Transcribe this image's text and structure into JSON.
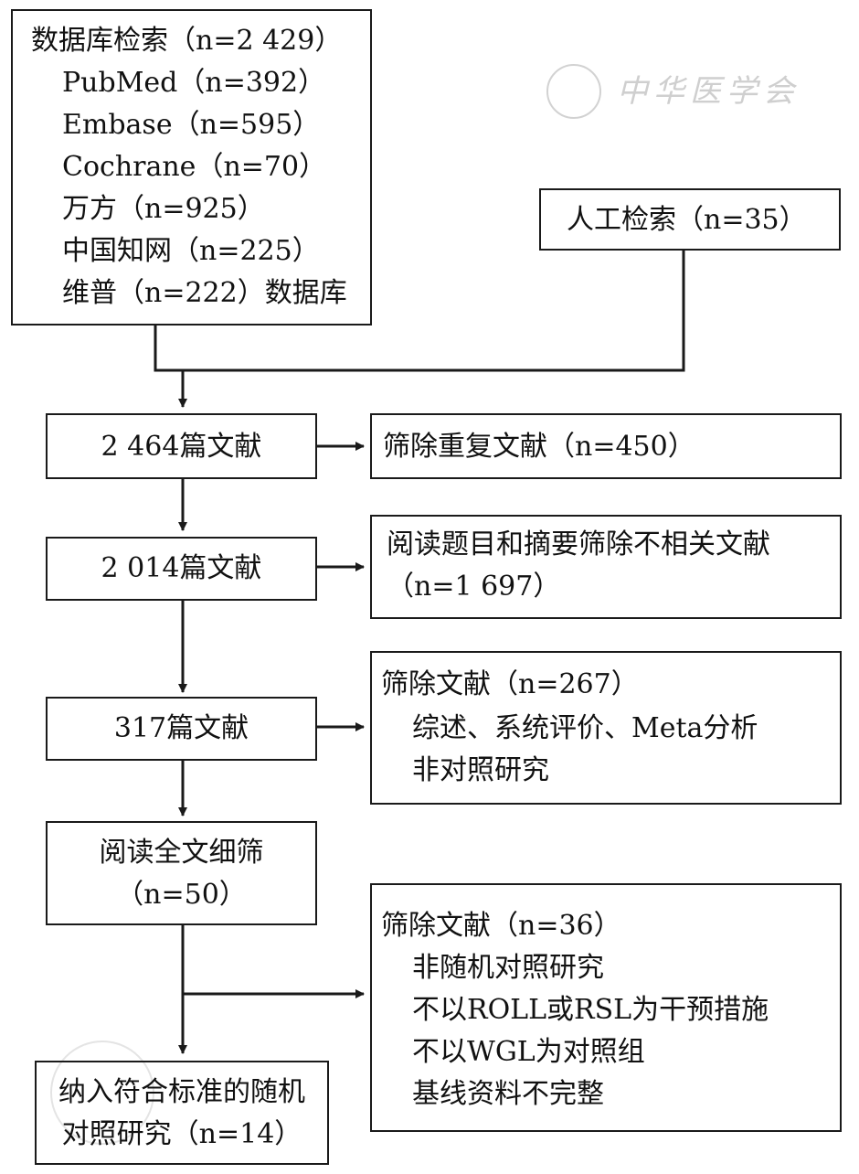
{
  "watermark": {
    "text": "中华医学会"
  },
  "database_search": {
    "title": "数据库检索（n=2 429）",
    "sources": [
      "PubMed（n=392）",
      "Embase（n=595）",
      "Cochrane（n=70）",
      "万方（n=925）",
      "中国知网（n=225）",
      "维普（n=222）数据库"
    ]
  },
  "manual_search": "人工检索（n=35）",
  "step1": "2 464篇文献",
  "exclude1": "筛除重复文献（n=450）",
  "step2": "2 014篇文献",
  "exclude2": {
    "line1": "阅读题目和摘要筛除不相关文献",
    "line2": "（n=1 697）"
  },
  "step3": "317篇文献",
  "exclude3": {
    "title": "筛除文献（n=267）",
    "items": [
      "综述、系统评价、Meta分析",
      "非对照研究"
    ]
  },
  "step4": {
    "line1": "阅读全文细筛",
    "line2": "（n=50）"
  },
  "exclude4": {
    "title": "筛除文献（n=36）",
    "items": [
      "非随机对照研究",
      "不以ROLL或RSL为干预措施",
      "不以WGL为对照组",
      "基线资料不完整"
    ]
  },
  "final": {
    "line1": "纳入符合标准的随机",
    "line2": "对照研究（n=14）"
  }
}
